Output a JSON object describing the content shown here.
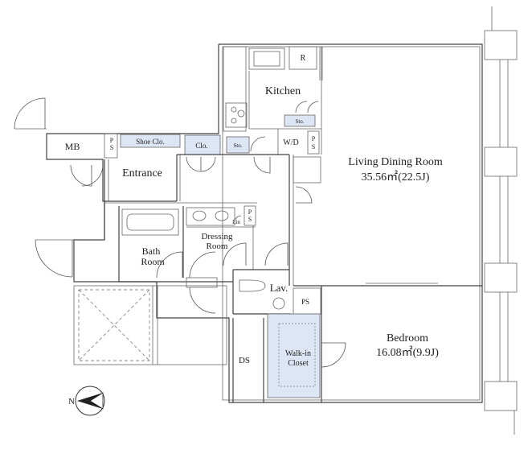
{
  "rooms": {
    "living": {
      "name": "Living Dining Room",
      "area": "35.56㎡(22.5J)"
    },
    "bedroom": {
      "name": "Bedroom",
      "area": "16.08㎡(9.9J)"
    },
    "kitchen": "Kitchen",
    "entrance": "Entrance",
    "bath": {
      "line1": "Bath",
      "line2": "Room"
    },
    "dressing": {
      "line1": "Dressing",
      "line2": "Room"
    },
    "lav": "Lav.",
    "ds": "DS",
    "mb": "MB",
    "walkin": {
      "line1": "Walk-in",
      "line2": "Closet"
    }
  },
  "small": {
    "ps": "P",
    "ps2": "S",
    "shoe": "Shoe Clo.",
    "clo": "Clo.",
    "sto": "Sto.",
    "r": "R",
    "wd": "W/D",
    "lin": "Lin",
    "ps_room": "PS"
  },
  "compass": {
    "north": "N"
  },
  "colors": {
    "storage": "#dde6f4",
    "walls": "#444444",
    "line": "#666666"
  }
}
